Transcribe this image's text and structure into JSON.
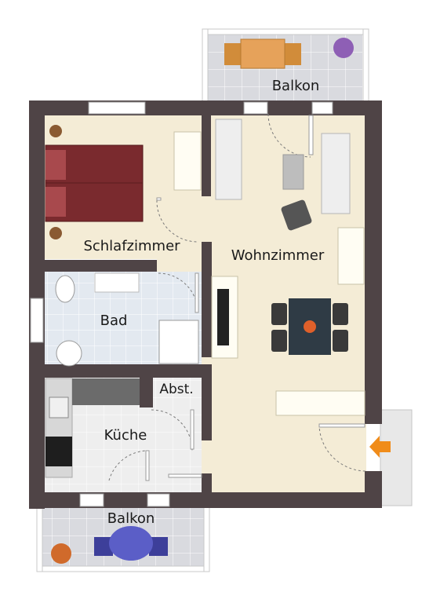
{
  "rooms": {
    "balkon_top": "Balkon",
    "schlafzimmer": "Schlafzimmer",
    "wohnzimmer": "Wohnzimmer",
    "bad": "Bad",
    "abst": "Abst.",
    "kueche": "Küche",
    "balkon_bottom": "Balkon"
  },
  "colors": {
    "wall": "#4f4446",
    "floor_cream": "#f4ecd6",
    "tile": "#d6d8dd",
    "bath_tile": "#dfe7ef",
    "entrance_arrow": "#f08c1a",
    "bed": "#7a2a2e"
  },
  "icons": [
    "bed-icon",
    "sofa-icon",
    "dining-table-icon",
    "tv-icon",
    "toilet-icon",
    "bathtub-icon",
    "sink-icon",
    "stove-icon",
    "patio-table-icon",
    "flower-pot-icon",
    "entrance-arrow-icon"
  ]
}
